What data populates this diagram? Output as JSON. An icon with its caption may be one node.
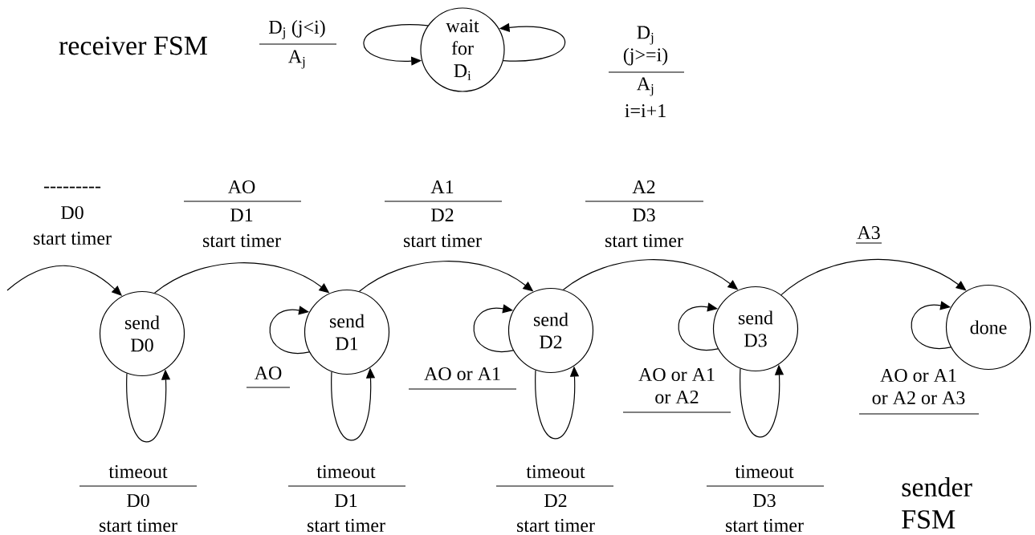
{
  "diagram": {
    "nodes": [
      {
        "text": [
          "wait for D$_{i}$"
        ]
      },
      {
        "text": [
          "send D0"
        ]
      },
      {
        "text": [
          "send D1"
        ]
      },
      {
        "text": [
          "send D2"
        ]
      },
      {
        "text": [
          "send D3"
        ]
      },
      {
        "text": [
          "done"
        ]
      }
    ],
    "edges": [
      {
        "from": 0,
        "to": 0,
        "arrow": "to",
        "label": "D$_{j}$ (j<i)"
      },
      {
        "from": 0,
        "to": 0,
        "arrow": "to",
        "label": "D$_{j}$ (j>=i)"
      },
      {
        "from": null,
        "to": 1,
        "arrow": "to",
        "label": "---------"
      },
      {
        "from": 1,
        "to": 2,
        "arrow": "to",
        "label": "AO"
      },
      {
        "from": 2,
        "to": 3,
        "arrow": "to",
        "label": "A1"
      },
      {
        "from": 3,
        "to": 4,
        "arrow": "to",
        "label": "A2"
      },
      {
        "from": 4,
        "to": 5,
        "arrow": "to",
        "label": "A3"
      },
      {
        "from": 1,
        "to": 1,
        "arrow": "to",
        "label": "timeout"
      },
      {
        "from": 2,
        "to": 2,
        "arrow": "to",
        "label": "AO"
      },
      {
        "from": 2,
        "to": 2,
        "arrow": "to",
        "label": "timeout"
      },
      {
        "from": 3,
        "to": 3,
        "arrow": "to",
        "label": "AO or A1"
      },
      {
        "from": 3,
        "to": 3,
        "arrow": "to",
        "label": "timeout"
      },
      {
        "from": 4,
        "to": 4,
        "arrow": "to",
        "label": "AO or A1 or A2"
      },
      {
        "from": 4,
        "to": 4,
        "arrow": "to",
        "label": "timeout"
      },
      {
        "from": 5,
        "to": 5,
        "arrow": "to",
        "label": "AO or A1 or A2 or A3"
      }
    ],
    "labels": [
      "receiver FSM",
      "A$_{j}$",
      "A$_{j}$",
      "i=i+1",
      "D0",
      "start timer",
      "D1",
      "start timer",
      "D2",
      "start timer",
      "D3",
      "start timer",
      "D0",
      "start timer",
      "D1",
      "start timer",
      "D2",
      "start timer",
      "D3",
      "start timer",
      "sender FSM"
    ]
  }
}
